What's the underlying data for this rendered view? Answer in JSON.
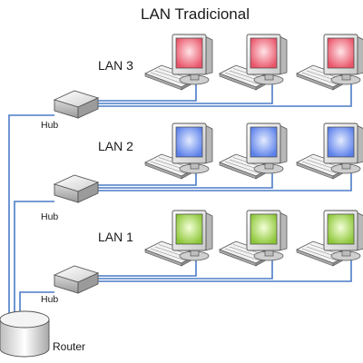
{
  "title": "LAN Tradicional",
  "router_label": "Router",
  "lans": [
    {
      "label": "LAN 3",
      "hub_label": "Hub",
      "screen_color": "#f06a7a",
      "screen_light": "#ffd6dc"
    },
    {
      "label": "LAN 2",
      "hub_label": "Hub",
      "screen_color": "#6f8ff0",
      "screen_light": "#dbe5ff"
    },
    {
      "label": "LAN 1",
      "hub_label": "Hub",
      "screen_color": "#9ed04a",
      "screen_light": "#eefad0"
    }
  ],
  "wire_color": "#4a7cc7"
}
